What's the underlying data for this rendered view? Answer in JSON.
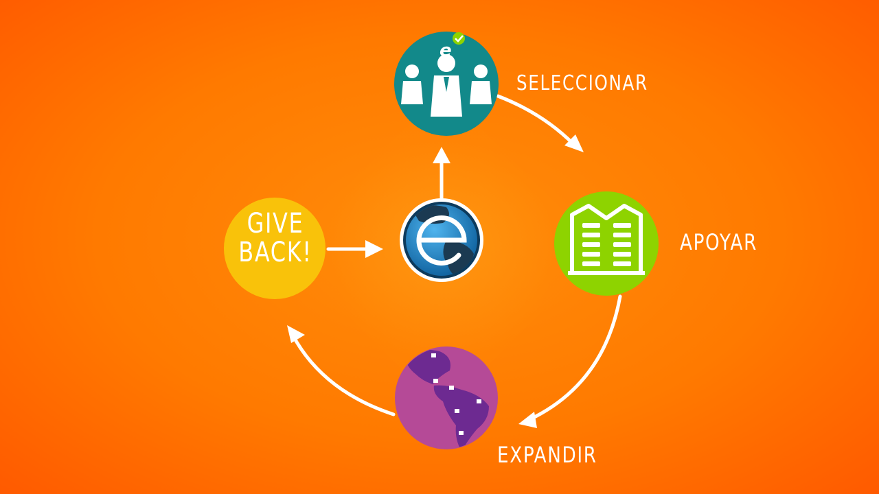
{
  "diagram": {
    "nodes": {
      "seleccionar": {
        "label": "SELECCIONAR",
        "color": "#12898a"
      },
      "apoyar": {
        "label": "APOYAR",
        "color": "#8ed300"
      },
      "expandir": {
        "label": "EXPANDIR",
        "color": "#b54a97"
      },
      "give_back": {
        "label_line1": "GIVE",
        "label_line2": "BACK!",
        "color": "#f9c20a"
      },
      "center": {
        "icon": "endeavor-e-globe-logo",
        "color": "#1e7fbf"
      }
    },
    "icons": {
      "seleccionar": "people-with-e-check-icon",
      "apoyar": "building-icon",
      "expandir": "americas-globe-icon"
    },
    "flow": [
      "seleccionar",
      "apoyar",
      "expandir",
      "give_back",
      "center",
      "seleccionar"
    ],
    "colors": {
      "background": "#ff7a00",
      "arrows": "#ffffff",
      "badge_green": "#8ed300"
    }
  }
}
